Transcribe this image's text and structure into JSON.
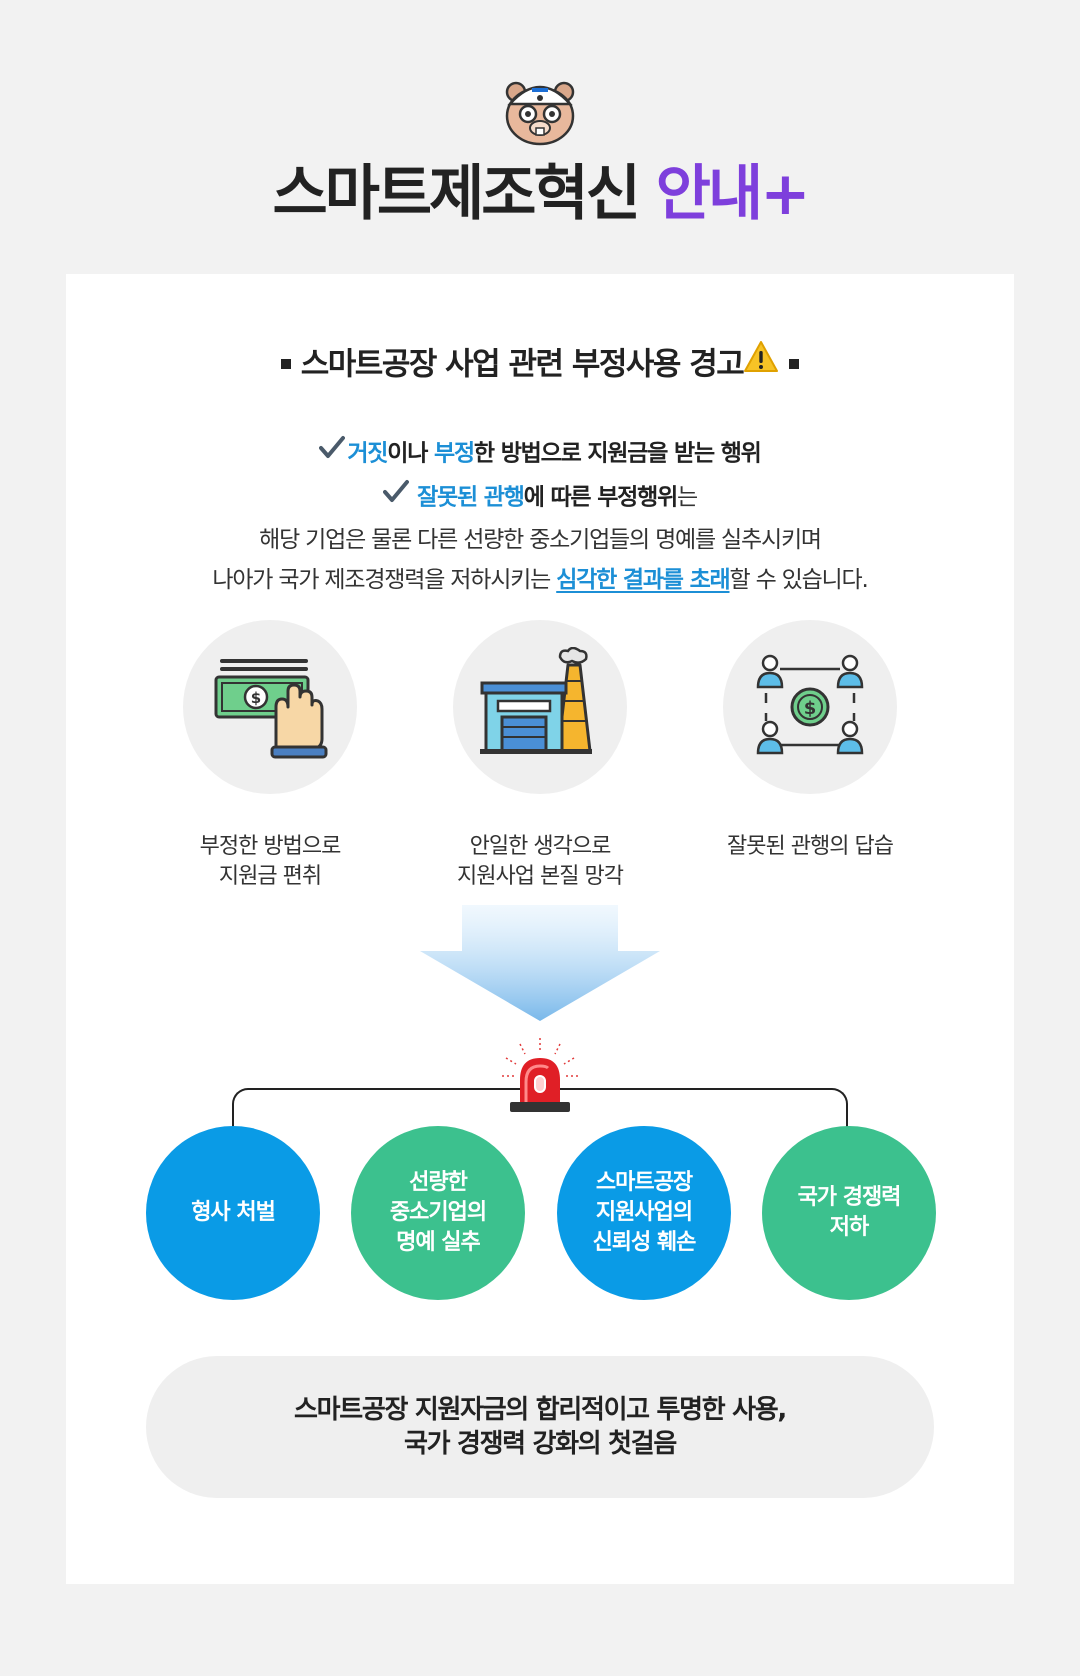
{
  "header": {
    "title_main": "스마트제조혁신",
    "title_accent": "안내+"
  },
  "section": {
    "title": "스마트공장 사업 관련 부정사용 경고"
  },
  "intro": {
    "line1_a": "거짓",
    "line1_b": "이나 ",
    "line1_c": "부정",
    "line1_d": "한 방법으로 지원금을 받는 행위",
    "line2_a": "잘못된 관행",
    "line2_b": "에 따른 부정행위",
    "line2_c": "는",
    "line3": "해당 기업은 물론 다른 선량한 중소기업들의 명예를 실추시키며",
    "line4_a": "나아가 국가 제조경쟁력을 저하시키는 ",
    "line4_b": "심각한 결과를 초래",
    "line4_c": "할 수 있습니다."
  },
  "icons": [
    {
      "caption": "부정한 방법으로\n지원금 편취"
    },
    {
      "caption": "안일한 생각으로\n지원사업 본질 망각"
    },
    {
      "caption": "잘못된 관행의 답습"
    }
  ],
  "results": [
    {
      "label": "형사 처벌"
    },
    {
      "label": "선량한\n중소기업의\n명예 실추"
    },
    {
      "label": "스마트공장\n지원사업의\n신뢰성 훼손"
    },
    {
      "label": "국가 경쟁력\n저하"
    }
  ],
  "closing": {
    "text": "스마트공장 지원자금의 합리적이고 투명한 사용,\n국가 경쟁력 강화의 첫걸음"
  },
  "colors": {
    "accent_purple": "#7e3fdc",
    "highlight_blue": "#1c8fd6",
    "circle_blue": "#0a9be6",
    "circle_green": "#3cc18e"
  }
}
